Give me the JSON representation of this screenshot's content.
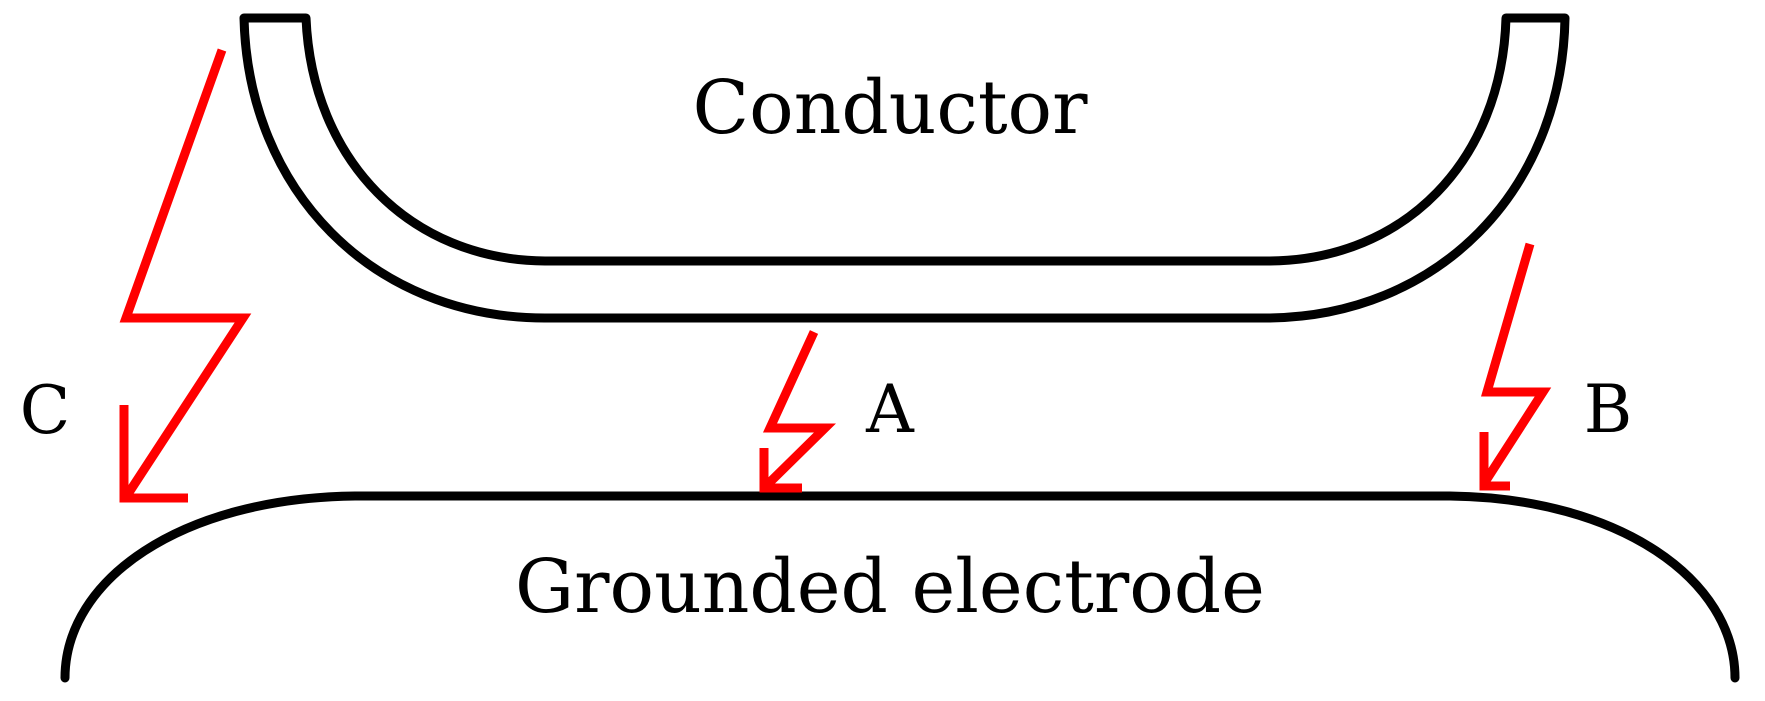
{
  "labels": {
    "conductor": "Conductor",
    "grounded_electrode": "Grounded electrode",
    "path_a": "A",
    "path_b": "B",
    "path_c": "C"
  },
  "colors": {
    "outline": "#000000",
    "discharge": "#ff0000"
  },
  "icons": {
    "discharge": "lightning-bolt-arrow-icon"
  }
}
